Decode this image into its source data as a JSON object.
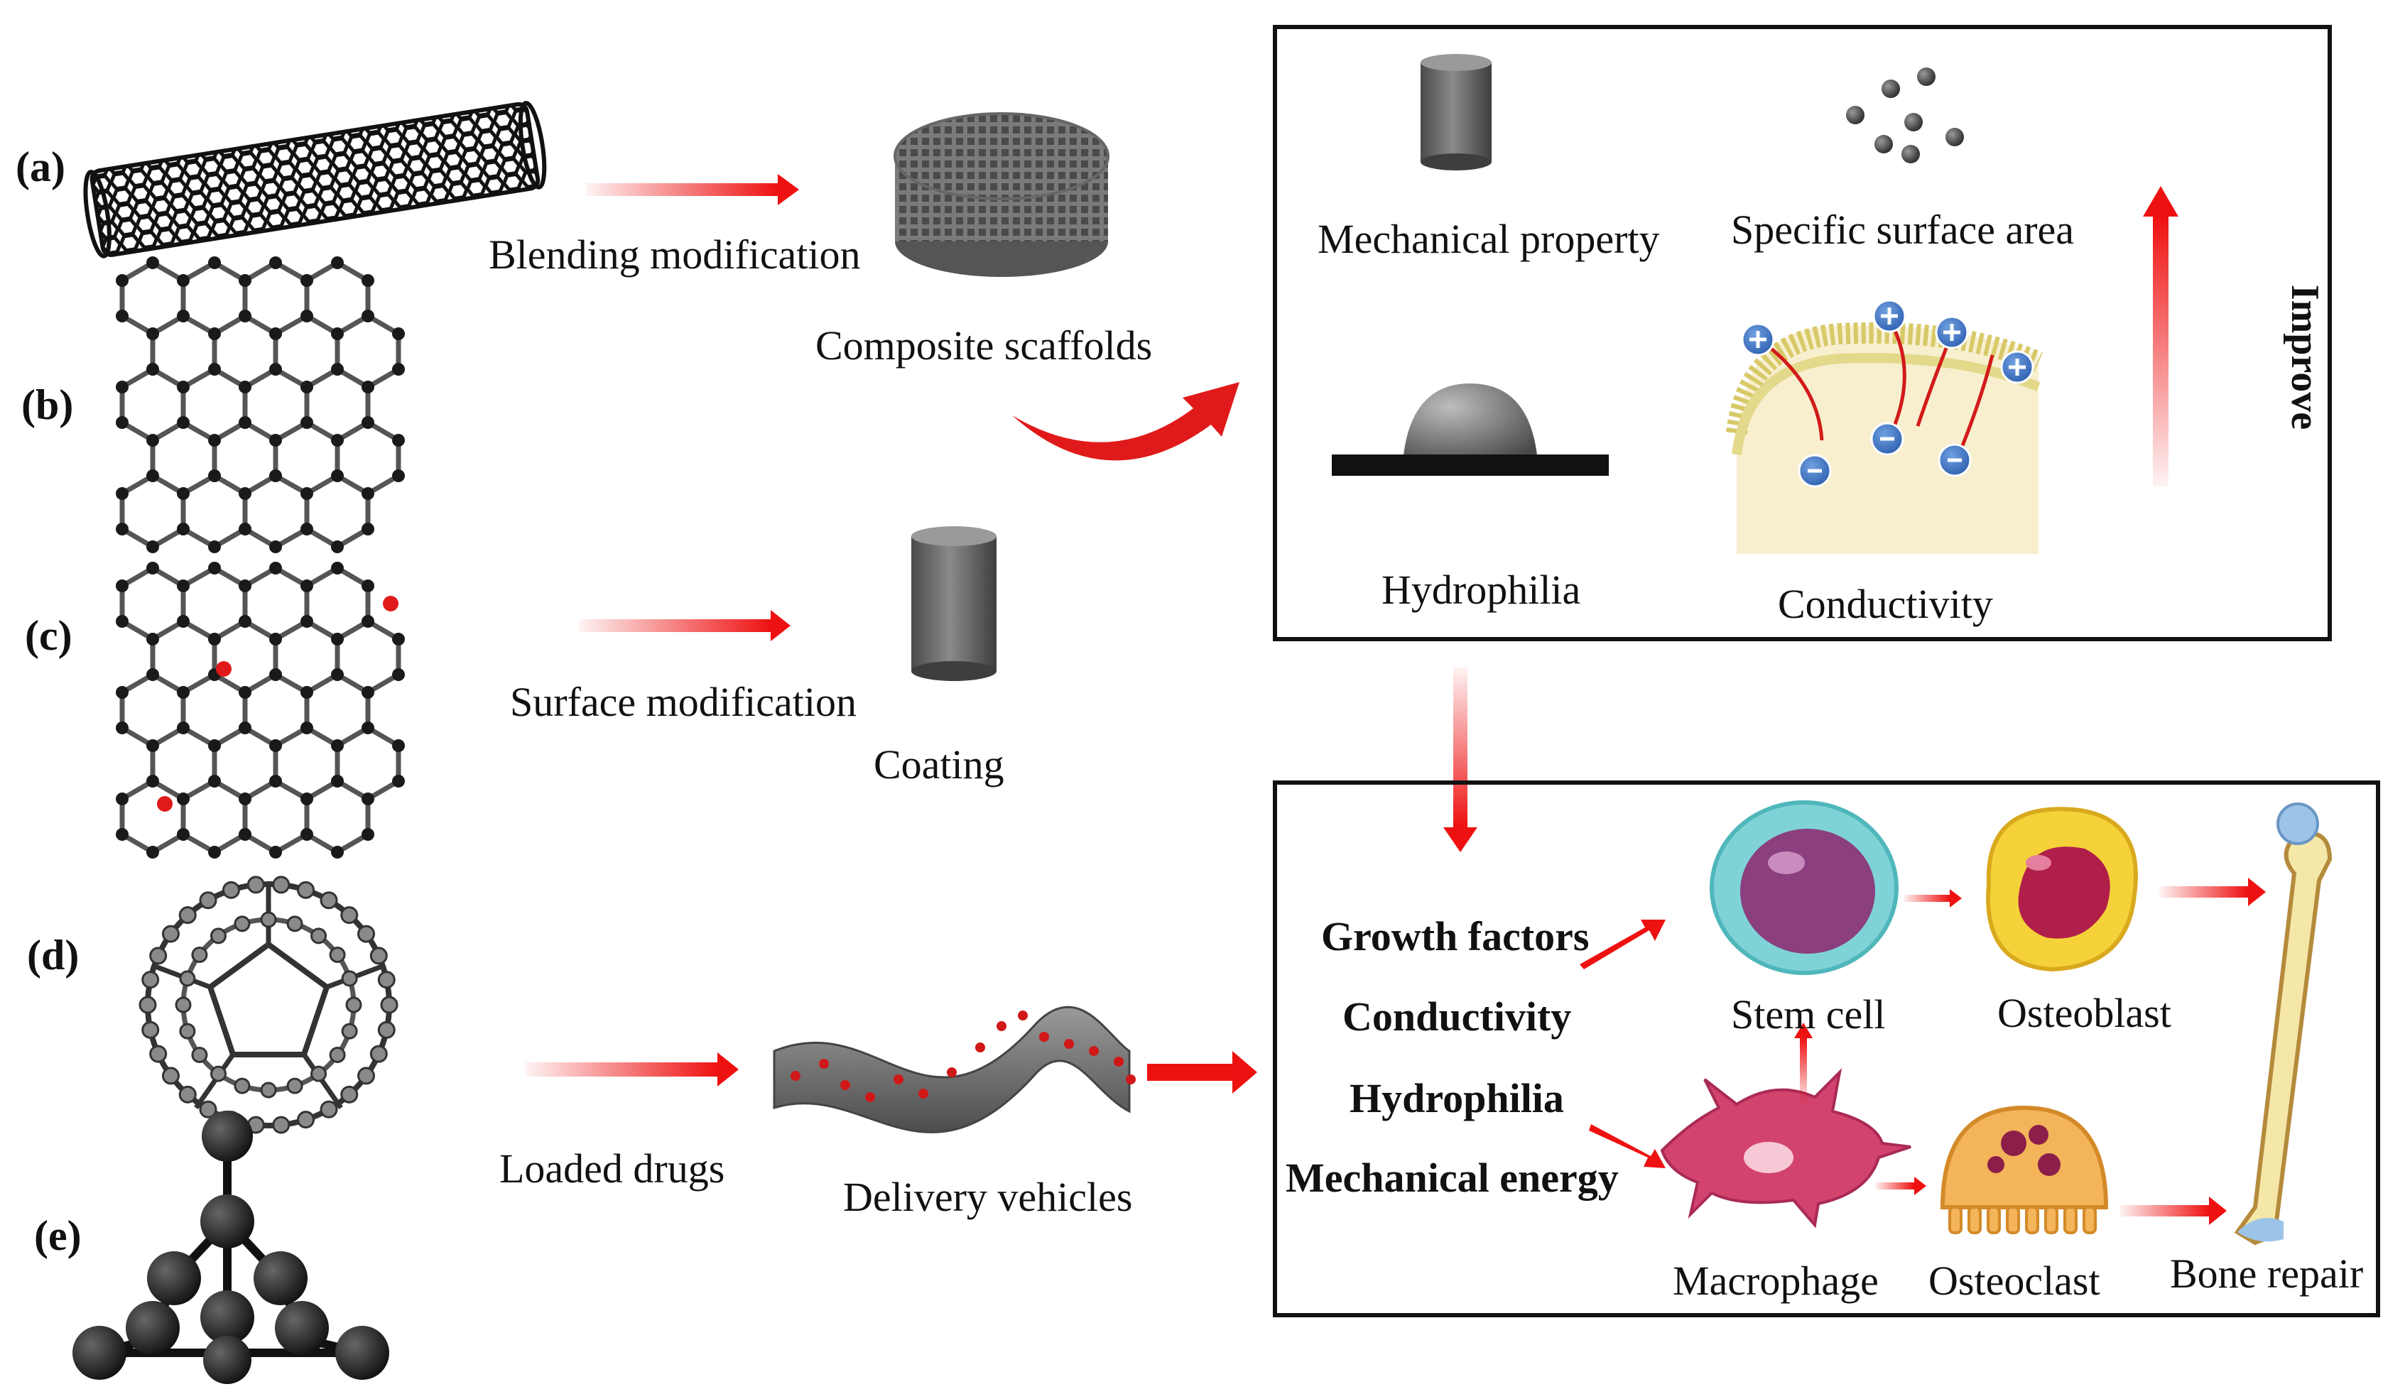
{
  "panels": [
    {
      "letter": "(a)",
      "material": "carbon-nanotube"
    },
    {
      "letter": "(b)",
      "material": "graphene"
    },
    {
      "letter": "(c)",
      "material": "graphene-defect"
    },
    {
      "letter": "(d)",
      "material": "fullerene"
    },
    {
      "letter": "(e)",
      "material": "nanodiamond"
    }
  ],
  "routes": {
    "blending": {
      "label": "Blending modification",
      "product": "Composite scaffolds"
    },
    "surface": {
      "label": "Surface modification",
      "product": "Coating"
    },
    "drugs": {
      "label": "Loaded drugs",
      "product": "Delivery vehicles"
    }
  },
  "properties_box": {
    "mechanical": "Mechanical property",
    "surface_area": "Specific surface area",
    "hydrophilia": "Hydrophilia",
    "conductivity": "Conductivity",
    "improve": "Improve"
  },
  "bone_box": {
    "factors": [
      "Growth factors",
      "Conductivity",
      "Hydrophilia",
      "Mechanical energy"
    ],
    "stem_cell": "Stem cell",
    "osteoblast": "Osteoblast",
    "macrophage": "Macrophage",
    "osteoclast": "Osteoclast",
    "bone_repair": "Bone repair"
  },
  "colors": {
    "arrow_red": "#ee1111",
    "box_border": "#111111",
    "atom_black": "#1a1a1a",
    "gray_solid": "#6b6b6b",
    "stem_cell_teal": "#7fd3d6",
    "nucleus_purple": "#8b3f7e",
    "osteoblast_yellow": "#f5d23a",
    "macrophage_pink": "#d2436e",
    "osteoclast_orange": "#f3b45a",
    "bone_cream": "#f5e7a8",
    "joint_blue": "#9cc4e8"
  }
}
